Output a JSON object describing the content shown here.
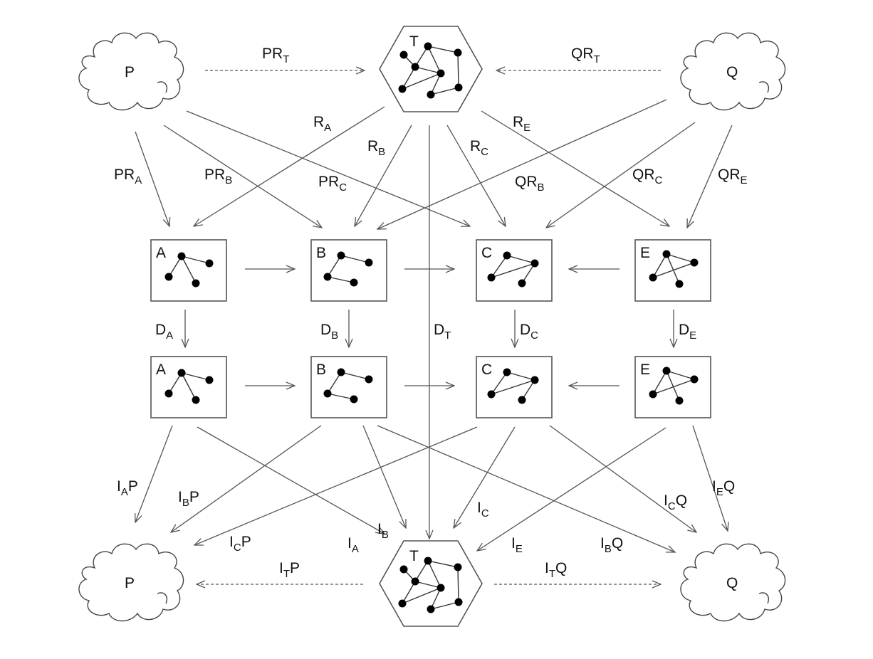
{
  "diagram": {
    "nodes": {
      "P_top": {
        "label": "P",
        "shape": "cloud"
      },
      "T_top": {
        "label": "T",
        "shape": "hexagon"
      },
      "Q_top": {
        "label": "Q",
        "shape": "cloud"
      },
      "A1": {
        "label": "A",
        "shape": "box"
      },
      "B1": {
        "label": "B",
        "shape": "box"
      },
      "C1": {
        "label": "C",
        "shape": "box"
      },
      "E1": {
        "label": "E",
        "shape": "box"
      },
      "A2": {
        "label": "A",
        "shape": "box"
      },
      "B2": {
        "label": "B",
        "shape": "box"
      },
      "C2": {
        "label": "C",
        "shape": "box"
      },
      "E2": {
        "label": "E",
        "shape": "box"
      },
      "P_bot": {
        "label": "P",
        "shape": "cloud"
      },
      "T_bot": {
        "label": "T",
        "shape": "hexagon"
      },
      "Q_bot": {
        "label": "Q",
        "shape": "cloud"
      }
    },
    "edge_labels": {
      "PR_T": {
        "main": "PR",
        "sub": "T"
      },
      "QR_T": {
        "main": "QR",
        "sub": "T"
      },
      "R_A": {
        "main": "R",
        "sub": "A"
      },
      "R_B": {
        "main": "R",
        "sub": "B"
      },
      "R_C": {
        "main": "R",
        "sub": "C"
      },
      "R_E": {
        "main": "R",
        "sub": "E"
      },
      "PR_A": {
        "main": "PR",
        "sub": "A"
      },
      "PR_B": {
        "main": "PR",
        "sub": "B"
      },
      "PR_C": {
        "main": "PR",
        "sub": "C"
      },
      "QR_B": {
        "main": "QR",
        "sub": "B"
      },
      "QR_C": {
        "main": "QR",
        "sub": "C"
      },
      "QR_E": {
        "main": "QR",
        "sub": "E"
      },
      "D_A": {
        "main": "D",
        "sub": "A"
      },
      "D_B": {
        "main": "D",
        "sub": "B"
      },
      "D_T": {
        "main": "D",
        "sub": "T"
      },
      "D_C": {
        "main": "D",
        "sub": "C"
      },
      "D_E": {
        "main": "D",
        "sub": "E"
      },
      "IAP": {
        "main": "I",
        "sub": "A",
        "post": "P"
      },
      "IBP": {
        "main": "I",
        "sub": "B",
        "post": "P"
      },
      "ICP": {
        "main": "I",
        "sub": "C",
        "post": "P"
      },
      "I_A": {
        "main": "I",
        "sub": "A"
      },
      "I_B": {
        "main": "I",
        "sub": "B"
      },
      "I_C": {
        "main": "I",
        "sub": "C"
      },
      "I_E": {
        "main": "I",
        "sub": "E"
      },
      "IBQ": {
        "main": "I",
        "sub": "B",
        "post": "Q"
      },
      "ICQ": {
        "main": "I",
        "sub": "C",
        "post": "Q"
      },
      "IEQ": {
        "main": "I",
        "sub": "E",
        "post": "Q"
      },
      "ITP": {
        "main": "I",
        "sub": "T",
        "post": "P"
      },
      "ITQ": {
        "main": "I",
        "sub": "T",
        "post": "Q"
      }
    },
    "edges": [
      {
        "from": "P_top",
        "to": "T_top",
        "label": "PR_T",
        "style": "dashed"
      },
      {
        "from": "Q_top",
        "to": "T_top",
        "label": "QR_T",
        "style": "dashed"
      },
      {
        "from": "T_top",
        "to": "A1",
        "label": "R_A"
      },
      {
        "from": "T_top",
        "to": "B1",
        "label": "R_B"
      },
      {
        "from": "T_top",
        "to": "C1",
        "label": "R_C"
      },
      {
        "from": "T_top",
        "to": "E1",
        "label": "R_E"
      },
      {
        "from": "T_top",
        "to": "T_bot",
        "label": "D_T"
      },
      {
        "from": "P_top",
        "to": "A1",
        "label": "PR_A"
      },
      {
        "from": "P_top",
        "to": "B1",
        "label": "PR_B"
      },
      {
        "from": "P_top",
        "to": "C1",
        "label": "PR_C"
      },
      {
        "from": "Q_top",
        "to": "B1",
        "label": "QR_B"
      },
      {
        "from": "Q_top",
        "to": "C1",
        "label": "QR_C"
      },
      {
        "from": "Q_top",
        "to": "E1",
        "label": "QR_E"
      },
      {
        "from": "A1",
        "to": "B1"
      },
      {
        "from": "B1",
        "to": "C1"
      },
      {
        "from": "E1",
        "to": "C1"
      },
      {
        "from": "A1",
        "to": "A2",
        "label": "D_A"
      },
      {
        "from": "B1",
        "to": "B2",
        "label": "D_B"
      },
      {
        "from": "C1",
        "to": "C2",
        "label": "D_C"
      },
      {
        "from": "E1",
        "to": "E2",
        "label": "D_E"
      },
      {
        "from": "A2",
        "to": "B2"
      },
      {
        "from": "B2",
        "to": "C2"
      },
      {
        "from": "E2",
        "to": "C2"
      },
      {
        "from": "A2",
        "to": "P_bot",
        "label": "IAP"
      },
      {
        "from": "B2",
        "to": "P_bot",
        "label": "IBP"
      },
      {
        "from": "C2",
        "to": "P_bot",
        "label": "ICP"
      },
      {
        "from": "A2",
        "to": "T_bot",
        "label": "I_A"
      },
      {
        "from": "B2",
        "to": "T_bot",
        "label": "I_B"
      },
      {
        "from": "C2",
        "to": "T_bot",
        "label": "I_C"
      },
      {
        "from": "E2",
        "to": "T_bot",
        "label": "I_E"
      },
      {
        "from": "B2",
        "to": "Q_bot",
        "label": "IBQ"
      },
      {
        "from": "C2",
        "to": "Q_bot",
        "label": "ICQ"
      },
      {
        "from": "E2",
        "to": "Q_bot",
        "label": "IEQ"
      },
      {
        "from": "T_bot",
        "to": "P_bot",
        "label": "ITP",
        "style": "dashed"
      },
      {
        "from": "T_bot",
        "to": "Q_bot",
        "label": "ITQ",
        "style": "dashed"
      }
    ]
  }
}
